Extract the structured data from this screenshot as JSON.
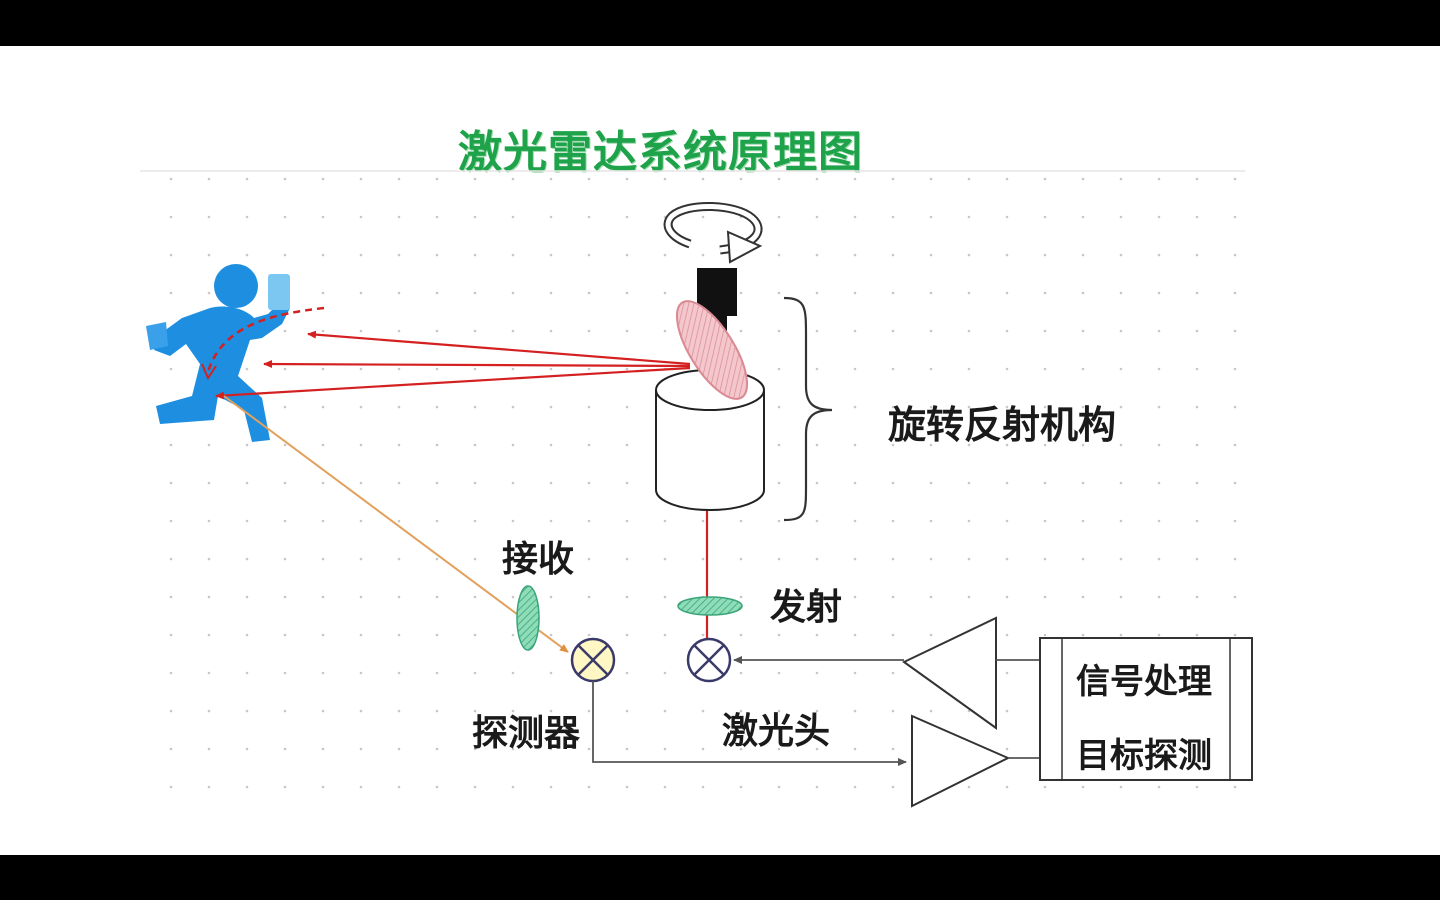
{
  "title": "激光雷达系统原理图",
  "labels": {
    "rotating_mechanism": "旋转反射机构",
    "receive": "接收",
    "transmit": "发射",
    "detector": "探测器",
    "laser_head": "激光头",
    "signal_processing": "信号处理",
    "target_detection": "目标探测"
  },
  "colors": {
    "title": "#1fa34a",
    "laser_beam": "#d42020",
    "return_beam": "#e3a05a",
    "figure": "#1e8fe0",
    "lens": "#5fc79a",
    "mirror": "#e8a0a8",
    "detector_fill": "#fff7c4"
  }
}
